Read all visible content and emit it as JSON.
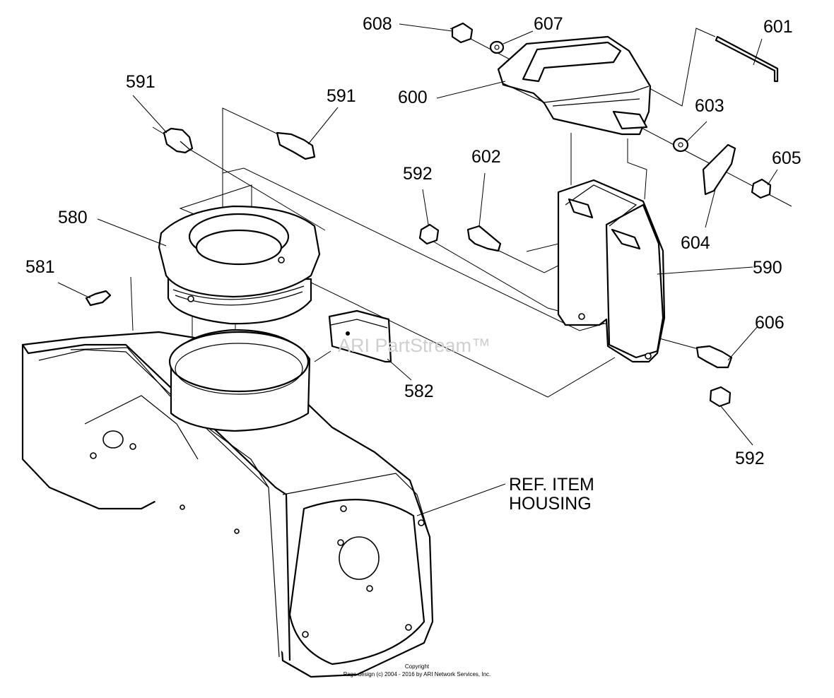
{
  "callouts": [
    {
      "id": "608",
      "label": "608"
    },
    {
      "id": "607",
      "label": "607"
    },
    {
      "id": "601",
      "label": "601"
    },
    {
      "id": "591a",
      "label": "591"
    },
    {
      "id": "591b",
      "label": "591"
    },
    {
      "id": "600",
      "label": "600"
    },
    {
      "id": "603",
      "label": "603"
    },
    {
      "id": "605",
      "label": "605"
    },
    {
      "id": "602",
      "label": "602"
    },
    {
      "id": "592a",
      "label": "592"
    },
    {
      "id": "580",
      "label": "580"
    },
    {
      "id": "604",
      "label": "604"
    },
    {
      "id": "590",
      "label": "590"
    },
    {
      "id": "581",
      "label": "581"
    },
    {
      "id": "606",
      "label": "606"
    },
    {
      "id": "582",
      "label": "582"
    },
    {
      "id": "592b",
      "label": "592"
    }
  ],
  "reference": {
    "line1": "REF. ITEM",
    "line2": "HOUSING"
  },
  "watermark": "ARI PartStream™",
  "copyright": {
    "line1": "Copyright",
    "line2": "Page design (c) 2004 - 2016 by ARI Network Services, Inc."
  }
}
